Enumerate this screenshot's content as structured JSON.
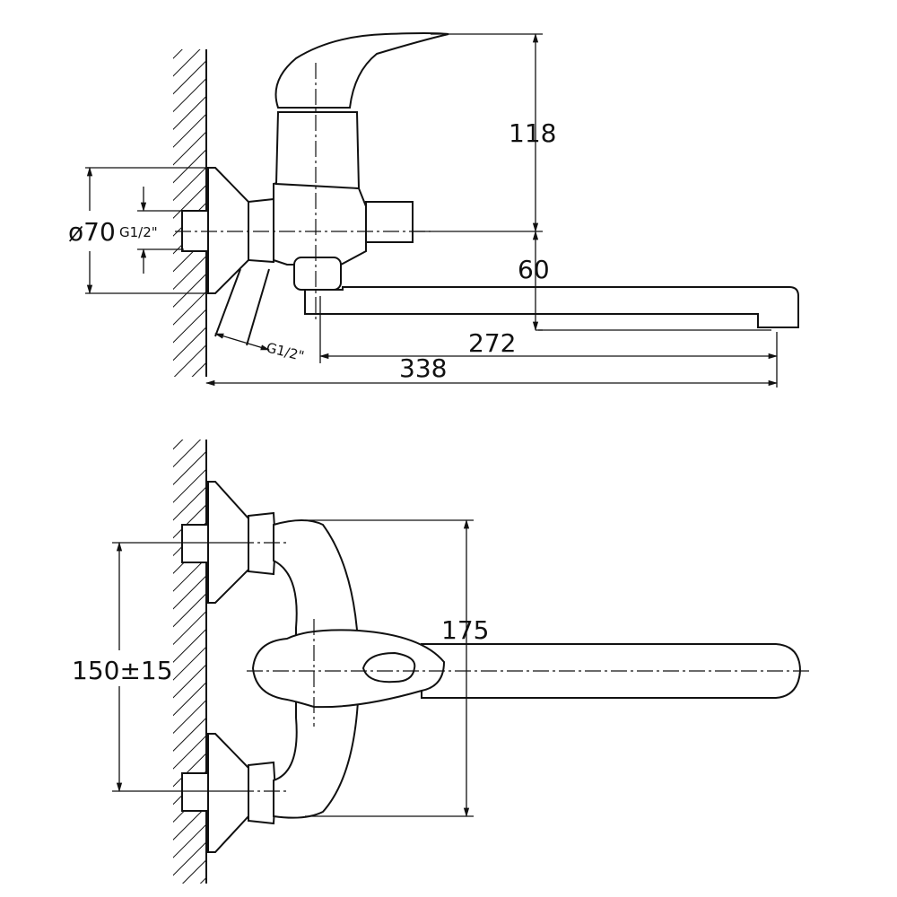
{
  "title": "Wall-mounted mixer technical drawing",
  "side_view": {
    "dim_handle_height": "118",
    "dim_spout_drop": "60",
    "dim_spout_reach": "272",
    "dim_total_length": "338",
    "dim_flange_diameter": "ø70",
    "thread_inlet": "G1/2\"",
    "thread_outlet": "G1/2\""
  },
  "top_view": {
    "dim_body_height": "175",
    "dim_inlet_spacing": "150±15"
  },
  "colors": {
    "line": "#111111",
    "background": "#ffffff"
  }
}
